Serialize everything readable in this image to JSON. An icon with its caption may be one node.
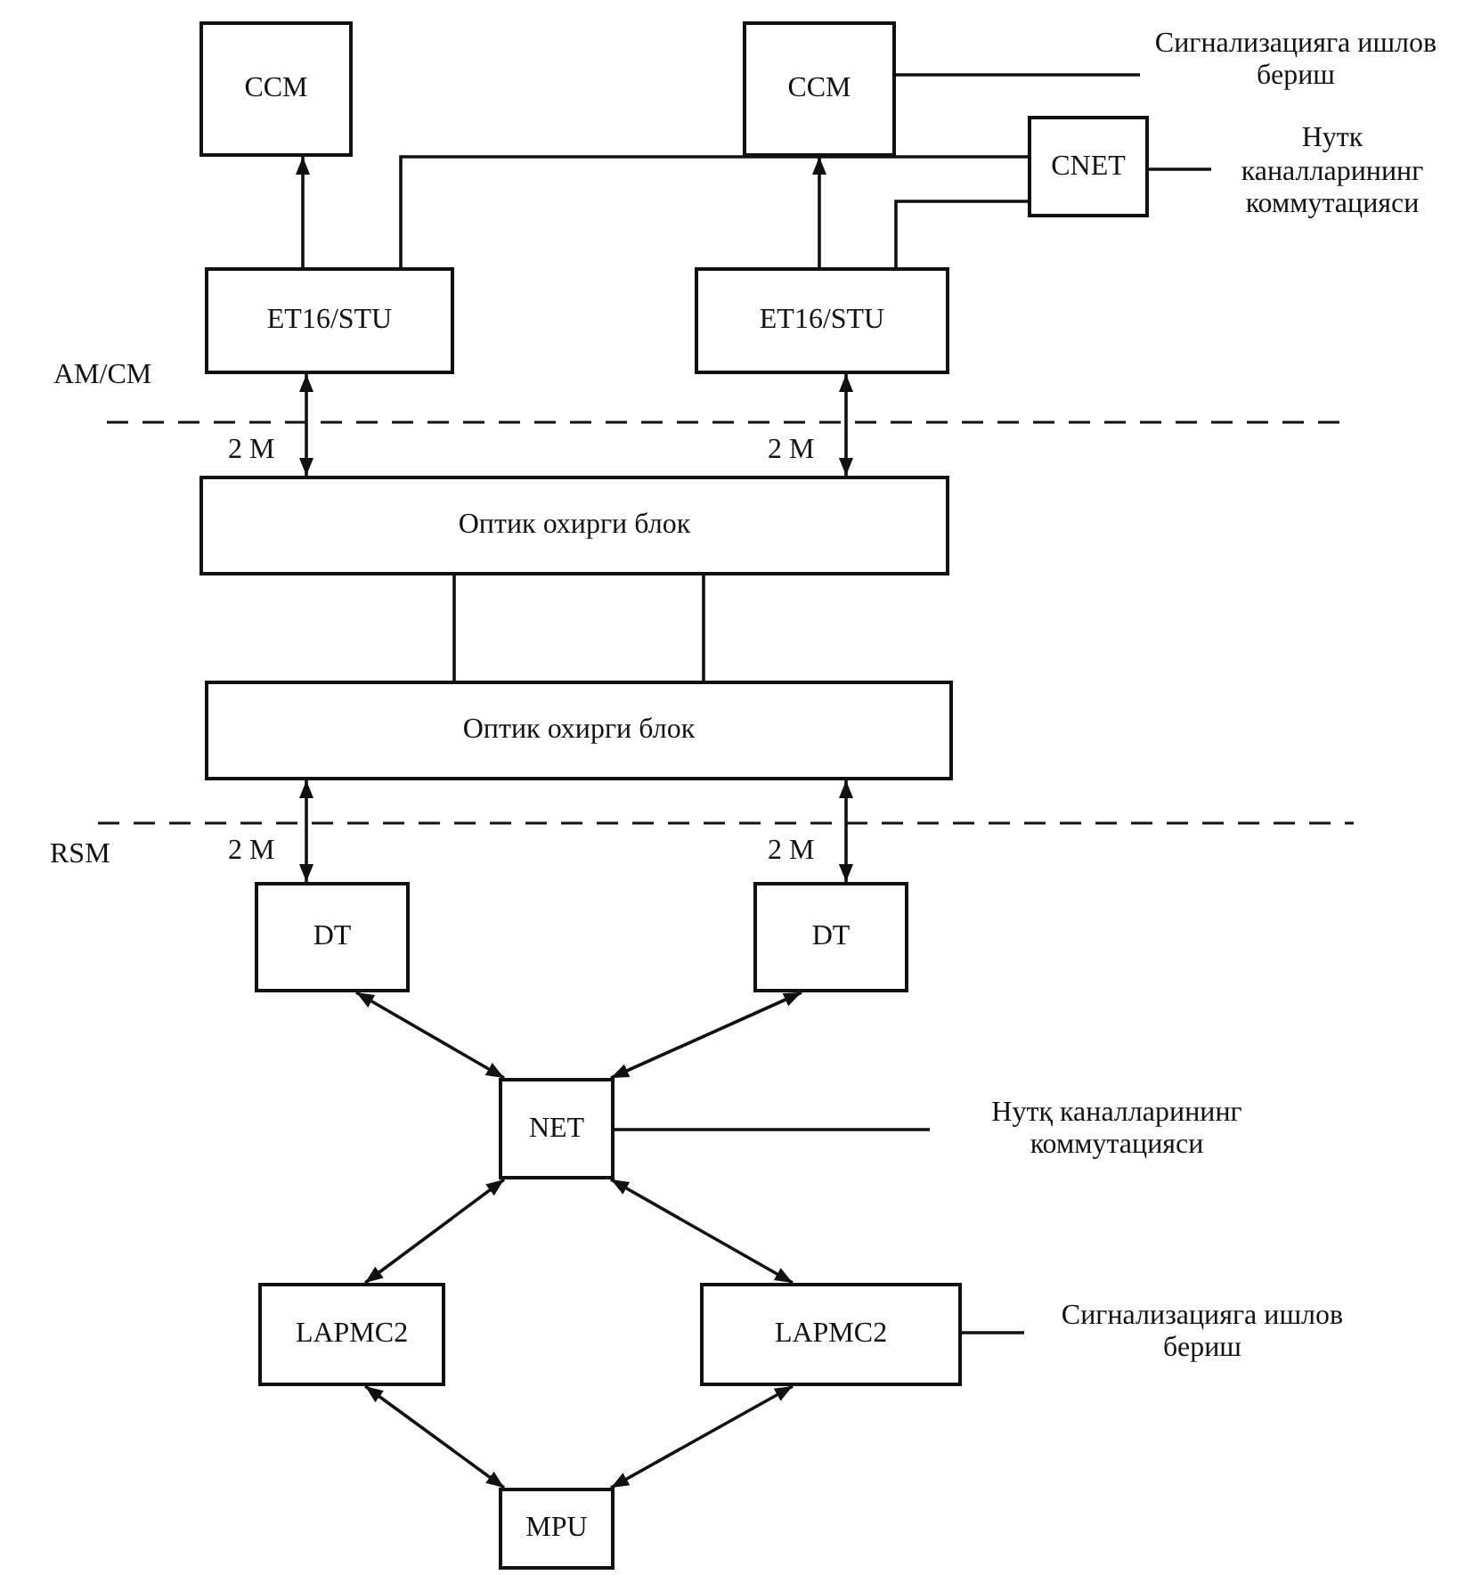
{
  "diagram": {
    "nodes": [
      {
        "text": [
          "CCM"
        ]
      },
      {
        "text": [
          "CCM"
        ]
      },
      {
        "text": [
          "CNET"
        ]
      },
      {
        "text": [
          "ET16/STU"
        ]
      },
      {
        "text": [
          "ET16/STU"
        ]
      },
      {
        "text": [
          "Оптик охирги блок"
        ]
      },
      {
        "text": [
          "Оптик охирги блок"
        ]
      },
      {
        "text": [
          "DT"
        ]
      },
      {
        "text": [
          "DT"
        ]
      },
      {
        "text": [
          "NET"
        ]
      },
      {
        "text": [
          "LAPMC2"
        ]
      },
      {
        "text": [
          "LAPMC2"
        ]
      },
      {
        "text": [
          "MPU"
        ]
      },
      {
        "text": [
          "Сигнализацияга ишлов бериш"
        ]
      },
      {
        "text": [
          "Нутк каналларининг коммутацияси"
        ]
      },
      {
        "text": [
          "Нутқ каналларининг коммутацияси"
        ]
      },
      {
        "text": [
          "Сигнализацияга ишлов бериш"
        ]
      }
    ],
    "edges": [
      {
        "from": 3,
        "to": 0,
        "arrow": "to"
      },
      {
        "from": 4,
        "to": 1,
        "arrow": "to"
      },
      {
        "from": 3,
        "to": 2,
        "arrow": "none"
      },
      {
        "from": 4,
        "to": 2,
        "arrow": "none"
      },
      {
        "from": 3,
        "to": 5,
        "arrow": "both",
        "label": "2 M"
      },
      {
        "from": 4,
        "to": 5,
        "arrow": "both",
        "label": "2 M"
      },
      {
        "from": 5,
        "to": 6,
        "arrow": "none"
      },
      {
        "from": 5,
        "to": 6,
        "arrow": "none"
      },
      {
        "from": 6,
        "to": 7,
        "arrow": "both",
        "label": "2 M"
      },
      {
        "from": 6,
        "to": 8,
        "arrow": "both",
        "label": "2 M"
      },
      {
        "from": 7,
        "to": 9,
        "arrow": "both"
      },
      {
        "from": 8,
        "to": 9,
        "arrow": "both"
      },
      {
        "from": 9,
        "to": 10,
        "arrow": "both"
      },
      {
        "from": 9,
        "to": 11,
        "arrow": "both"
      },
      {
        "from": 10,
        "to": 12,
        "arrow": "both"
      },
      {
        "from": 11,
        "to": 12,
        "arrow": "both"
      },
      {
        "from": 1,
        "to": 13,
        "arrow": "none"
      },
      {
        "from": 2,
        "to": 14,
        "arrow": "none"
      },
      {
        "from": 9,
        "to": 15,
        "arrow": "none"
      },
      {
        "from": 11,
        "to": 16,
        "arrow": "none"
      }
    ],
    "labels": [
      "AM/CM",
      "RSM"
    ]
  }
}
